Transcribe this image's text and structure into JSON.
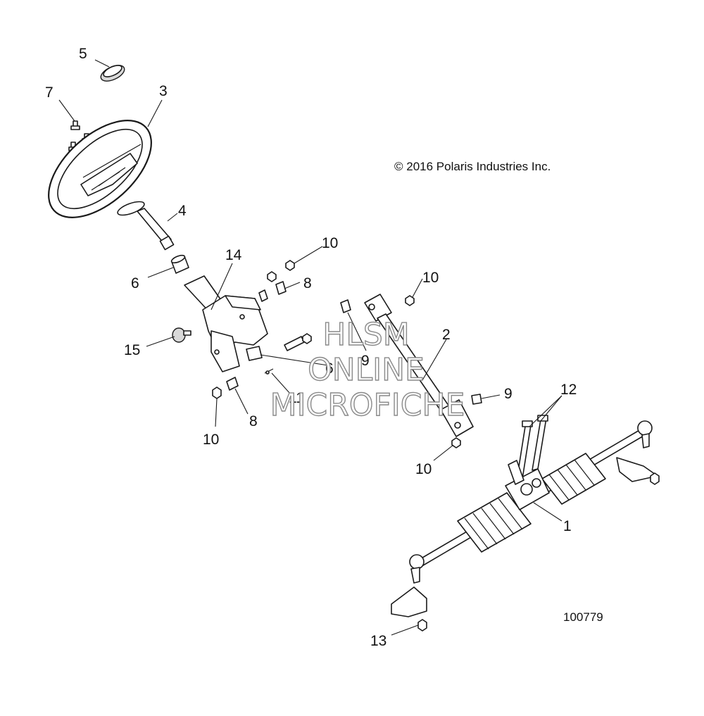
{
  "copyright": "© 2016 Polaris Industries Inc.",
  "figure_number": "100779",
  "watermark": {
    "line1": "HLSM",
    "line2": "ONLINE",
    "line3": "MICROFICHE"
  },
  "callouts": {
    "c1": "1",
    "c2": "2",
    "c3": "3",
    "c4": "4",
    "c5": "5",
    "c6a": "6",
    "c6b": "6",
    "c7": "7",
    "c8a": "8",
    "c8b": "8",
    "c9a": "9",
    "c9b": "9",
    "c10a": "10",
    "c10b": "10",
    "c10c": "10",
    "c10d": "10",
    "c11": "11",
    "c12": "12",
    "c13": "13",
    "c14": "14",
    "c15": "15"
  }
}
